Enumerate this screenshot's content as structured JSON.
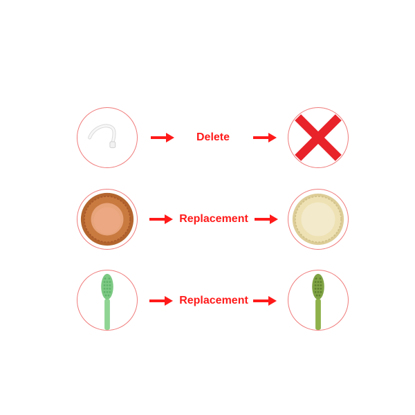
{
  "rows": [
    {
      "label": "Delete"
    },
    {
      "label": "Replacement"
    },
    {
      "label": "Replacement"
    }
  ],
  "icons": {
    "row1_left": "white-hook-icon",
    "row1_right": "red-x-icon",
    "row2_left": "brown-cup-icon",
    "row2_right": "beige-cup-icon",
    "row3_left": "light-green-brush-icon",
    "row3_right": "dark-green-brush-icon"
  },
  "colors": {
    "accent_red": "#ff1a1a",
    "circle_border": "#f07a7a",
    "brown_cup": "#c4753b",
    "beige_cup": "#eee2b4",
    "light_green_brush": "#8fd493",
    "dark_green_brush": "#7fa344"
  }
}
